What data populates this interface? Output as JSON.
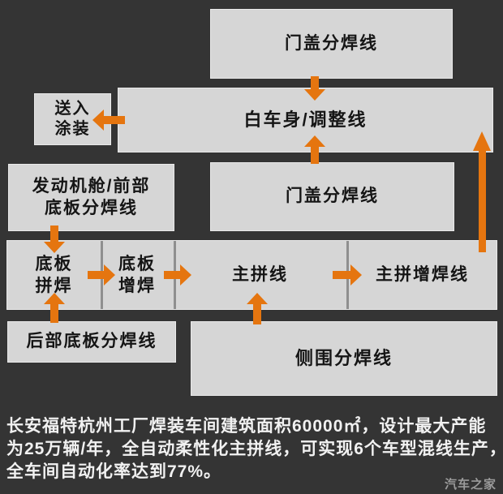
{
  "diagram": {
    "door_top": "门盖分焊线",
    "biw": "白车身/调整线",
    "paint": [
      "送入",
      "涂装"
    ],
    "engine": [
      "发动机舱/前部",
      "底板分焊线"
    ],
    "door_mid": "门盖分焊线",
    "floor_weld": [
      "底板",
      "拼焊"
    ],
    "floor_reweld": [
      "底板",
      "增焊"
    ],
    "main_line": "主拼线",
    "main_reweld": "主拼增焊线",
    "rear_floor": "后部底板分焊线",
    "side_panel": "侧围分焊线"
  },
  "caption": {
    "lines": [
      "长安福特杭州工厂焊装车间建筑面积60000㎡，设计最大产能",
      "为25万辆/年，全自动柔性化主拼线，可实现6个车型混线生产，",
      "全车间自动化率达到77%。"
    ]
  },
  "watermark": "汽车之家",
  "colors": {
    "background": "#343434",
    "box_fill": "#d6d6d6",
    "box_text": "#151515",
    "arrow_orange": "#e5750f",
    "separator": "#8f8f8f",
    "caption_text": "#f1f1f1",
    "watermark_text": "#9b9b9b"
  }
}
